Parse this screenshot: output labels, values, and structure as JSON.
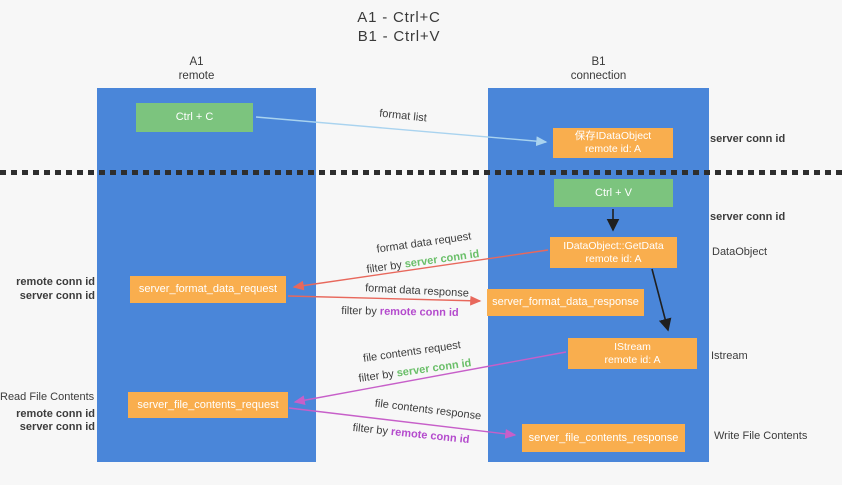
{
  "title": {
    "line1": "A1 - Ctrl+C",
    "line2": "B1 - Ctrl+V"
  },
  "lanes": {
    "left": {
      "name": "A1",
      "role": "remote"
    },
    "right": {
      "name": "B1",
      "role": "connection"
    }
  },
  "boxes": {
    "ctrl_c": {
      "label": "Ctrl + C"
    },
    "save_dataobject": {
      "line1": "保存IDataObject",
      "line2": "remote id: A"
    },
    "ctrl_v": {
      "label": "Ctrl + V"
    },
    "getdata": {
      "line1": "IDataObject::GetData",
      "line2": "remote id: A"
    },
    "format_data_request": {
      "label": "server_format_data_request"
    },
    "format_data_response": {
      "label": "server_format_data_response"
    },
    "istream": {
      "line1": "IStream",
      "line2": "remote id: A"
    },
    "file_contents_request": {
      "label": "server_file_contents_request"
    },
    "file_contents_response": {
      "label": "server_file_contents_response"
    }
  },
  "edge_labels": {
    "format_list": "format list",
    "format_data_request": "format data request",
    "format_data_request_filter_prefix": "filter by ",
    "format_data_request_filter_id": "server conn id",
    "format_data_response": "format data response",
    "format_data_response_filter_prefix": "filter by ",
    "format_data_response_filter_id": "remote conn id",
    "file_contents_request": "file contents request",
    "file_contents_request_filter_prefix": "filter by ",
    "file_contents_request_filter_id": "server conn id",
    "file_contents_response": "file contents response",
    "file_contents_response_filter_prefix": "filter by ",
    "file_contents_response_filter_id": "remote conn id"
  },
  "annotations": {
    "left_top_remote_conn_id": "remote conn id",
    "left_top_server_conn_id": "server conn id",
    "read_file_contents": "Read File Contents",
    "left_bottom_remote_conn_id": "remote conn id",
    "left_bottom_server_conn_id": "server conn id",
    "right_server_conn_id_1": "server conn id",
    "right_server_conn_id_2": "server conn id",
    "dataobject": "DataObject",
    "istream": "Istream",
    "write_file_contents": "Write File Contents"
  },
  "colors": {
    "lane_blue": "#4a86d9",
    "box_green": "#7cc47e",
    "box_orange": "#f9ae4e",
    "arrow_blue": "#a9d3ef",
    "arrow_red": "#e8685c",
    "arrow_magenta": "#c75fc9",
    "arrow_black": "#1f1f1f",
    "text_green": "#6abf69",
    "text_purple": "#b44bcd",
    "background": "#f7f7f7"
  }
}
